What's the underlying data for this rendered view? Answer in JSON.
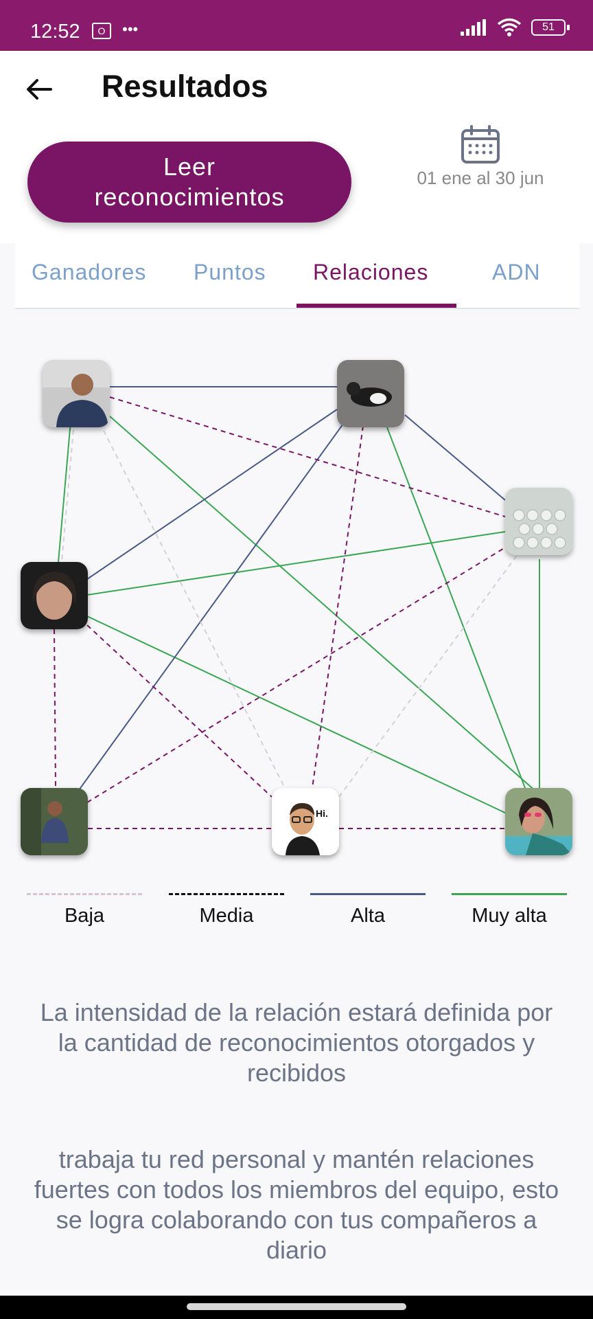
{
  "status_bar": {
    "time": "12:52",
    "battery": "51"
  },
  "header": {
    "title": "Resultados"
  },
  "actions": {
    "read_button_line1": "Leer",
    "read_button_line2": "reconocimientos",
    "date_range": "01 ene al 30 jun"
  },
  "tabs": [
    {
      "label": "Ganadores",
      "active": false
    },
    {
      "label": "Puntos",
      "active": false
    },
    {
      "label": "Relaciones",
      "active": true
    },
    {
      "label": "ADN",
      "active": false
    }
  ],
  "legend": [
    {
      "label": "Baja",
      "color": "#d8c2d6",
      "style": "dashed"
    },
    {
      "label": "Media",
      "color": "#111111",
      "style": "dashed"
    },
    {
      "label": "Alta",
      "color": "#4a5a86",
      "style": "solid"
    },
    {
      "label": "Muy alta",
      "color": "#3aa653",
      "style": "solid"
    }
  ],
  "info": {
    "paragraph1": "La intensidad de la relación estará definida por la cantidad de reconocimientos otorgados y recibidos",
    "paragraph2": "trabaja tu red personal y mantén relaciones fuertes con todos los miembros del equipo, esto se logra colaborando con tus compañeros a diario"
  },
  "colors": {
    "brand": "#7a1565",
    "status_bar": "#8a1a6b",
    "tab_inactive": "#7ba0cc",
    "media_edge": "#7a1565"
  }
}
